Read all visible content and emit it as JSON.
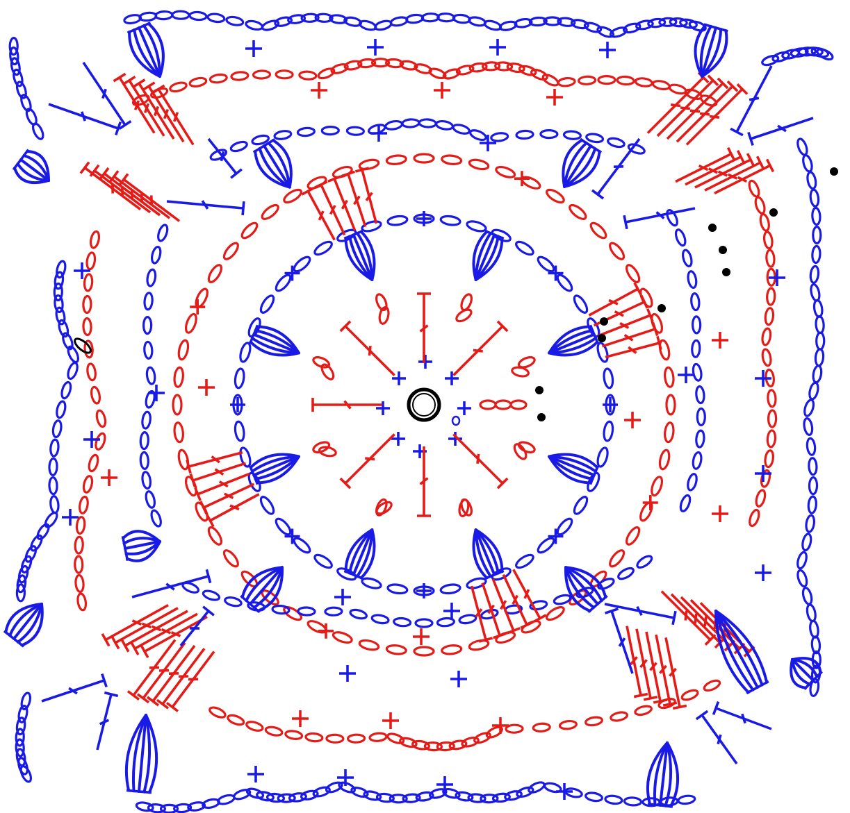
{
  "colors": {
    "blue_rounds": "#1a1ae6",
    "red_rounds": "#e41b17",
    "center_ring": "#000000",
    "marker_dots": "#000000",
    "background": "#ffffff"
  },
  "diagram": {
    "kind": "crochet-stitch-chart",
    "shape": "square-motif",
    "alternating_round_colors": [
      "blue",
      "red"
    ],
    "center": {
      "symbol": "magic-ring"
    },
    "stitch_symbols": [
      {
        "name": "chain",
        "glyph": "oval"
      },
      {
        "name": "single-crochet",
        "glyph": "+"
      },
      {
        "name": "double-crochet",
        "glyph": "T with one slash"
      },
      {
        "name": "puff-or-cluster",
        "glyph": "bundle of curved strokes"
      },
      {
        "name": "slip-stitch",
        "glyph": "black dot"
      }
    ]
  }
}
